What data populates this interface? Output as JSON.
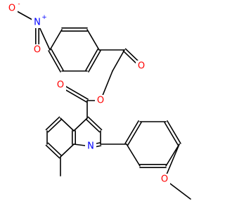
{
  "colors": {
    "bond": "#000000",
    "oxygen": "#ff0000",
    "nitrogen": "#0000ff",
    "background": "#ffffff"
  },
  "labels": {
    "nitro_o_minus": "O",
    "nitro_minus_sign": "-",
    "nitro_n_plus": "N",
    "nitro_plus_sign": "+",
    "nitro_o_double": "O",
    "ketone_o": "O",
    "ester_o_single": "O",
    "ester_o_double": "O",
    "quinoline_n": "N",
    "methoxy_o": "O"
  }
}
